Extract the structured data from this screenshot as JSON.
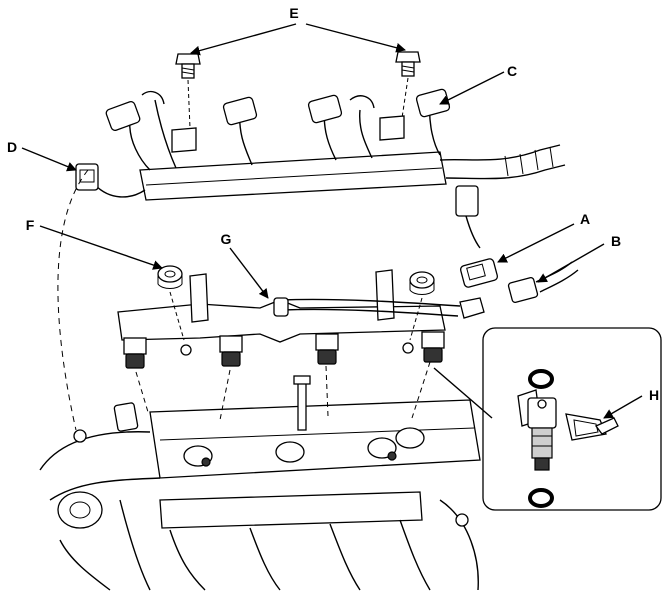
{
  "callouts": {
    "A": "A",
    "B": "B",
    "C": "C",
    "D": "D",
    "E": "E",
    "F": "F",
    "G": "G",
    "H": "H"
  }
}
